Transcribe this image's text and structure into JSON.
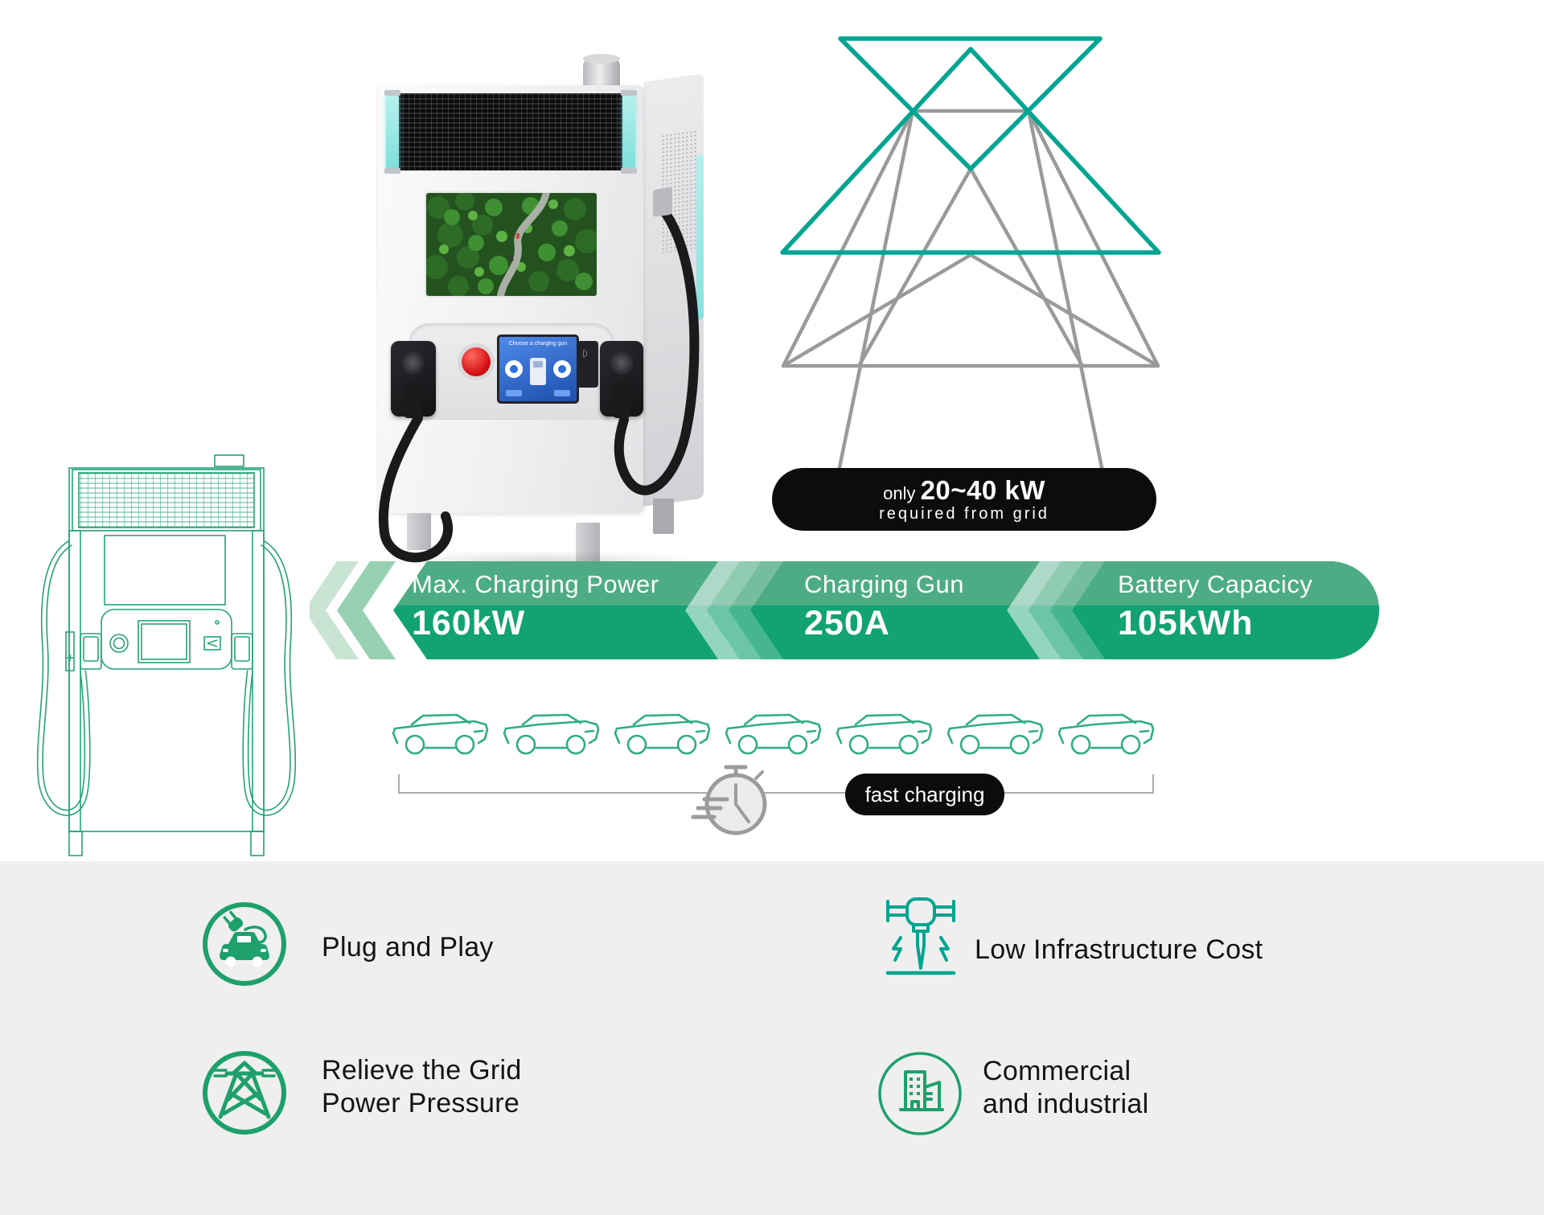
{
  "colors": {
    "teal": "#00a591",
    "icon_green": "#1ea06c",
    "wireframe_green": "#25a474",
    "car_green": "#2fae7e",
    "banner_top": "#4dac85",
    "banner_bottom": "#12a273",
    "badge_black": "#0c0c0c",
    "line_gray": "#9c9c9c",
    "footer_gray": "#efefef",
    "cyan_strip": "#8ce7e2"
  },
  "grid_badge": {
    "prefix": "only",
    "power": "20~40 kW",
    "subtitle": "required from grid"
  },
  "charger_screen": {
    "title": "Choose a charging gun"
  },
  "specs": [
    {
      "label": "Max. Charging Power",
      "value": "160kW"
    },
    {
      "label": "Charging Gun",
      "value": "250A"
    },
    {
      "label": "Battery Capacicy",
      "value": "105kWh"
    }
  ],
  "fast_charging": {
    "label": "fast charging",
    "cars": 7
  },
  "features": [
    {
      "icon": "plug-car-icon",
      "line1": "Plug and Play",
      "line2": ""
    },
    {
      "icon": "jackhammer-icon",
      "line1": "Low Infrastructure Cost",
      "line2": ""
    },
    {
      "icon": "power-tower-icon",
      "line1": "Relieve the Grid",
      "line2": "Power Pressure"
    },
    {
      "icon": "building-icon",
      "line1": "Commercial",
      "line2": "and industrial"
    }
  ]
}
